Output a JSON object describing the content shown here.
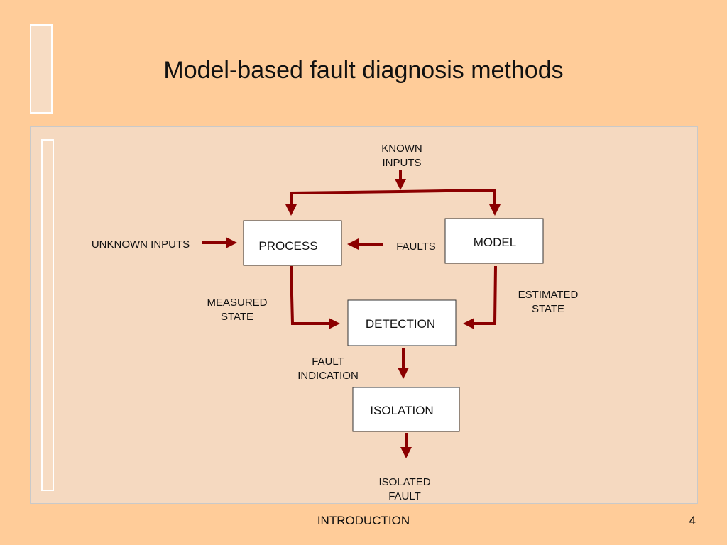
{
  "slide": {
    "title": "Model-based fault diagnosis methods",
    "footer_label": "INTRODUCTION",
    "page_number": "4"
  },
  "diagram": {
    "nodes": {
      "process": "PROCESS",
      "model": "MODEL",
      "detection": "DETECTION",
      "isolation": "ISOLATION"
    },
    "labels": {
      "known_inputs": [
        "KNOWN",
        "INPUTS"
      ],
      "unknown_inputs": "UNKNOWN INPUTS",
      "faults": "FAULTS",
      "measured_state": [
        "MEASURED",
        "STATE"
      ],
      "estimated_state": [
        "ESTIMATED",
        "STATE"
      ],
      "fault_indication": [
        "FAULT",
        "INDICATION"
      ],
      "isolated_fault": [
        "ISOLATED",
        "FAULT"
      ]
    },
    "colors": {
      "arrow": "#8b0000",
      "panel": "#f5d9c0",
      "background": "#ffcc99"
    }
  }
}
